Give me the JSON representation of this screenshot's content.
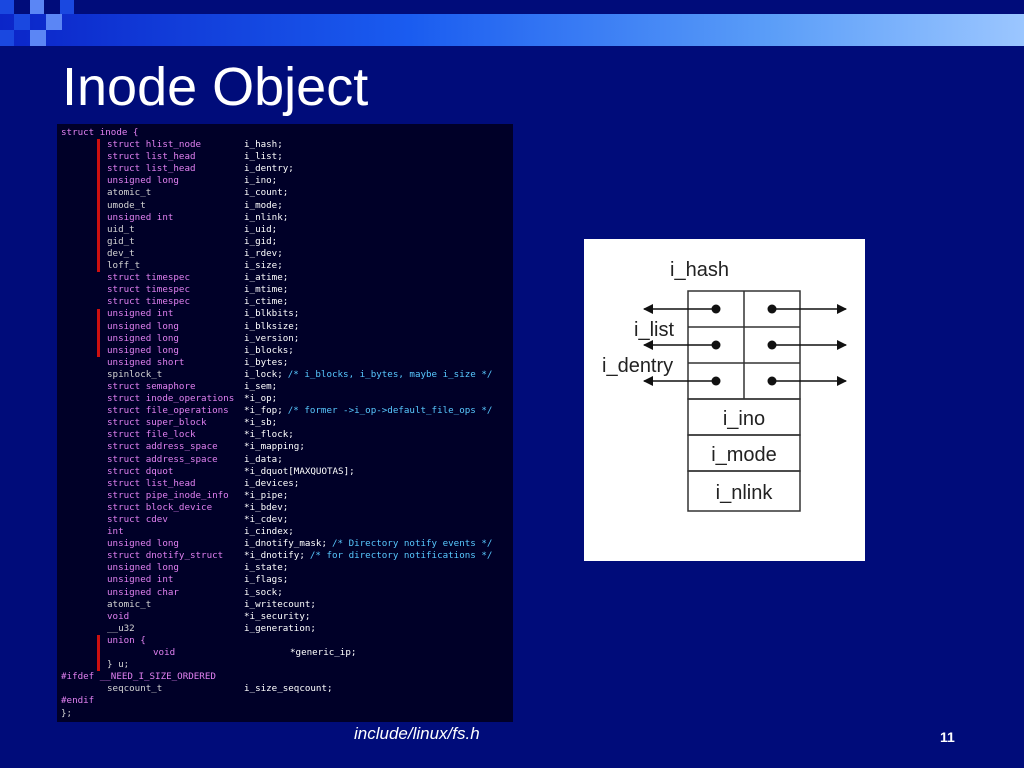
{
  "slide": {
    "title": "Inode Object",
    "caption": "include/linux/fs.h",
    "page_number": "11"
  },
  "code_lines": [
    {
      "i": 0,
      "type": "struct inode {",
      "kt": "kw",
      "var": ""
    },
    {
      "i": 1,
      "type": "struct hlist_node",
      "kt": "kw",
      "var": "i_hash;"
    },
    {
      "i": 1,
      "type": "struct list_head",
      "kt": "kw",
      "var": "i_list;"
    },
    {
      "i": 1,
      "type": "struct list_head",
      "kt": "kw",
      "var": "i_dentry;"
    },
    {
      "i": 1,
      "type": "unsigned long",
      "kt": "kw",
      "var": "i_ino;"
    },
    {
      "i": 1,
      "type": "atomic_t",
      "kt": "ty",
      "var": "i_count;"
    },
    {
      "i": 1,
      "type": "umode_t",
      "kt": "ty",
      "var": "i_mode;"
    },
    {
      "i": 1,
      "type": "unsigned int",
      "kt": "kw",
      "var": "i_nlink;"
    },
    {
      "i": 1,
      "type": "uid_t",
      "kt": "ty",
      "var": "i_uid;"
    },
    {
      "i": 1,
      "type": "gid_t",
      "kt": "ty",
      "var": "i_gid;"
    },
    {
      "i": 1,
      "type": "dev_t",
      "kt": "ty",
      "var": "i_rdev;"
    },
    {
      "i": 1,
      "type": "loff_t",
      "kt": "ty",
      "var": "i_size;"
    },
    {
      "i": 1,
      "type": "struct timespec",
      "kt": "kw",
      "var": "i_atime;"
    },
    {
      "i": 1,
      "type": "struct timespec",
      "kt": "kw",
      "var": "i_mtime;"
    },
    {
      "i": 1,
      "type": "struct timespec",
      "kt": "kw",
      "var": "i_ctime;"
    },
    {
      "i": 1,
      "type": "unsigned int",
      "kt": "kw",
      "var": "i_blkbits;"
    },
    {
      "i": 1,
      "type": "unsigned long",
      "kt": "kw",
      "var": "i_blksize;"
    },
    {
      "i": 1,
      "type": "unsigned long",
      "kt": "kw",
      "var": "i_version;"
    },
    {
      "i": 1,
      "type": "unsigned long",
      "kt": "kw",
      "var": "i_blocks;"
    },
    {
      "i": 1,
      "type": "unsigned short",
      "kt": "kw",
      "var": "i_bytes;"
    },
    {
      "i": 1,
      "type": "spinlock_t",
      "kt": "ty",
      "var": "i_lock;",
      "cm": "/* i_blocks, i_bytes, maybe i_size */"
    },
    {
      "i": 1,
      "type": "struct semaphore",
      "kt": "kw",
      "var": "i_sem;"
    },
    {
      "i": 1,
      "type": "struct inode_operations",
      "kt": "kw",
      "var": "*i_op;"
    },
    {
      "i": 1,
      "type": "struct file_operations",
      "kt": "kw",
      "var": "*i_fop;",
      "cm": "/* former ->i_op->default_file_ops */"
    },
    {
      "i": 1,
      "type": "struct super_block",
      "kt": "kw",
      "var": "*i_sb;"
    },
    {
      "i": 1,
      "type": "struct file_lock",
      "kt": "kw",
      "var": "*i_flock;"
    },
    {
      "i": 1,
      "type": "struct address_space",
      "kt": "kw",
      "var": "*i_mapping;"
    },
    {
      "i": 1,
      "type": "struct address_space",
      "kt": "kw",
      "var": "i_data;"
    },
    {
      "i": 1,
      "type": "struct dquot",
      "kt": "kw",
      "var": "*i_dquot[MAXQUOTAS];"
    },
    {
      "i": 1,
      "type": "struct list_head",
      "kt": "kw",
      "var": "i_devices;"
    },
    {
      "i": 1,
      "type": "struct pipe_inode_info",
      "kt": "kw",
      "var": "*i_pipe;"
    },
    {
      "i": 1,
      "type": "struct block_device",
      "kt": "kw",
      "var": "*i_bdev;"
    },
    {
      "i": 1,
      "type": "struct cdev",
      "kt": "kw",
      "var": "*i_cdev;"
    },
    {
      "i": 1,
      "type": "int",
      "kt": "kw",
      "var": "i_cindex;"
    },
    {
      "i": 1,
      "type": "unsigned long",
      "kt": "kw",
      "var": "i_dnotify_mask;",
      "cm": "/* Directory notify events */"
    },
    {
      "i": 1,
      "type": "struct dnotify_struct",
      "kt": "kw",
      "var": "*i_dnotify;",
      "cm": "/* for directory notifications */"
    },
    {
      "i": 1,
      "type": "unsigned long",
      "kt": "kw",
      "var": "i_state;"
    },
    {
      "i": 1,
      "type": "unsigned int",
      "kt": "kw",
      "var": "i_flags;"
    },
    {
      "i": 1,
      "type": "unsigned char",
      "kt": "kw",
      "var": "i_sock;"
    },
    {
      "i": 1,
      "type": "atomic_t",
      "kt": "ty",
      "var": "i_writecount;"
    },
    {
      "i": 1,
      "type": "void",
      "kt": "kw",
      "var": "*i_security;"
    },
    {
      "i": 1,
      "type": "__u32",
      "kt": "ty",
      "var": "i_generation;"
    },
    {
      "i": 1,
      "type": "union {",
      "kt": "kw",
      "var": ""
    },
    {
      "i": 2,
      "type": "void",
      "kt": "kw",
      "var": "*generic_ip;"
    },
    {
      "i": 1,
      "type": "} u;",
      "kt": "ty",
      "var": ""
    },
    {
      "i": 0,
      "type": "#ifdef __NEED_I_SIZE_ORDERED",
      "kt": "pp",
      "var": ""
    },
    {
      "i": 1,
      "type": "seqcount_t",
      "kt": "ty",
      "var": "i_size_seqcount;"
    },
    {
      "i": 0,
      "type": "#endif",
      "kt": "pp",
      "var": ""
    },
    {
      "i": 0,
      "type": "};",
      "kt": "ty",
      "var": ""
    }
  ],
  "diagram": {
    "labels": {
      "hash": "i_hash",
      "list": "i_list",
      "dentry": "i_dentry",
      "ino": "i_ino",
      "mode": "i_mode",
      "nlink": "i_nlink"
    }
  },
  "colors": {
    "background": "#000c7a",
    "keyword": "#e080f0",
    "comment": "#58c8ff",
    "highlight_bar": "#cc1010"
  }
}
